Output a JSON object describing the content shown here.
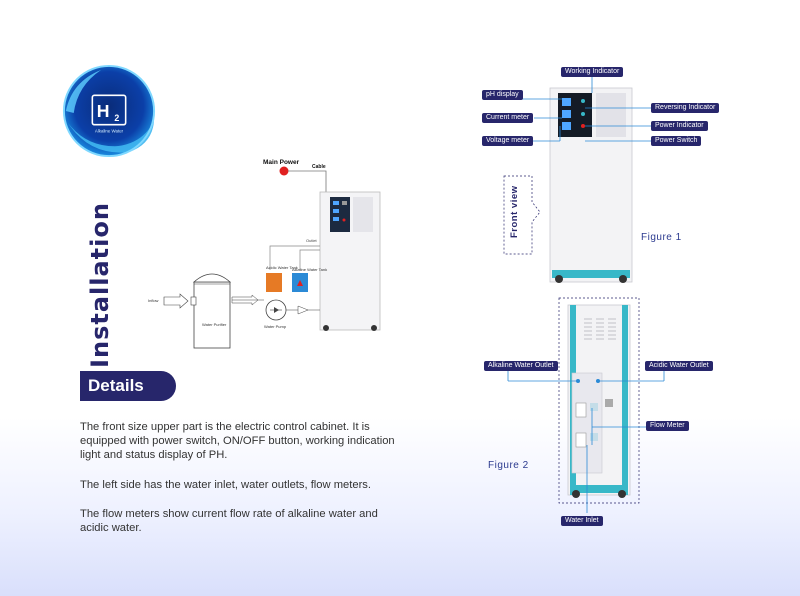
{
  "logo": {
    "main_text": "H",
    "subscript": "2",
    "tagline": "Alkaline Water"
  },
  "title": "Installation",
  "details": {
    "heading": "Details",
    "paragraphs": [
      "The front size upper part is the electric control cabinet. It is equipped with power switch, ON/OFF button, working indication light and status display of PH.",
      "The left side has the water inlet, water outlets, flow meters.",
      "The flow meters show current flow rate of alkaline water and acidic water."
    ]
  },
  "diagram": {
    "main_power": "Main Power",
    "cable": "Cable",
    "outlet": "Outlet",
    "acidic_tank": "Acidic Water Tank",
    "alkaline_tank": "Alkaline Water Tank",
    "inflow": "Inflow",
    "water_purifier": "Water Purifier",
    "water_pump": "Water Pump"
  },
  "figure1": {
    "caption": "Figure 1",
    "front_view": "Front view",
    "labels": {
      "working_indicator": "Working Indicator",
      "ph_display": "pH display",
      "current_meter": "Current meter",
      "voltage_meter": "Voltage meter",
      "reversing_indicator": "Reversing Indicator",
      "power_indicator": "Power Indicator",
      "power_switch": "Power Switch"
    }
  },
  "figure2": {
    "caption": "Figure 2",
    "labels": {
      "alkaline_outlet": "Alkaline Water Outlet",
      "acidic_outlet": "Acidic Water Outlet",
      "flow_meter": "Flow Meter",
      "water_inlet": "Water Inlet"
    }
  },
  "colors": {
    "navy": "#27266b",
    "accent_blue": "#2b3a8f",
    "teal": "#38b8c8",
    "orange_tank": "#e67a25",
    "blue_tank": "#2b8ad6",
    "power_red": "#e02020"
  }
}
